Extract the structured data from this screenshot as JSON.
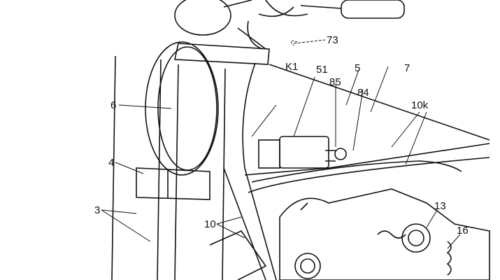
{
  "labels": {
    "l73": "73",
    "lK1": "K1",
    "l51": "51",
    "l5": "5",
    "l7": "7",
    "l85": "85",
    "l84": "84",
    "l10k": "10k",
    "l6": "6",
    "l4": "4",
    "l3": "3",
    "l10": "10",
    "l13": "13",
    "l16": "16"
  }
}
